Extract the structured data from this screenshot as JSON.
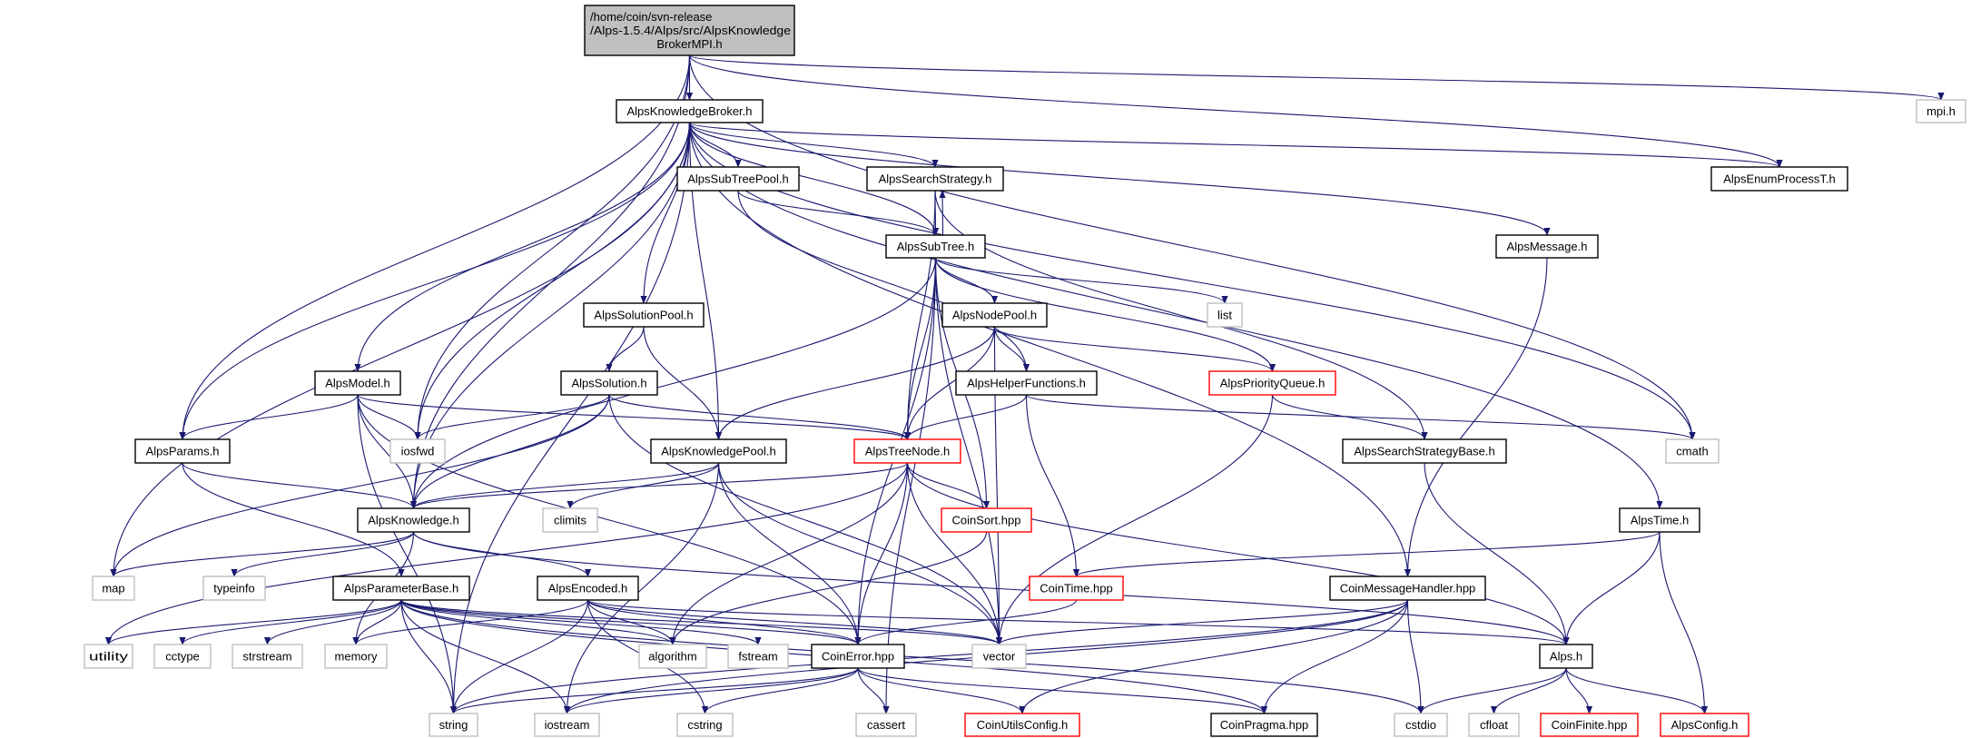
{
  "graph": {
    "edge_color": "#191970",
    "node_styles": {
      "root": {
        "fill": "#bfbfbf",
        "stroke": "#000000"
      },
      "normal": {
        "fill": "#ffffff",
        "stroke": "#000000"
      },
      "red": {
        "fill": "#ffffff",
        "stroke": "#ff0000"
      },
      "gray": {
        "fill": "#ffffff",
        "stroke": "#bfbfbf"
      }
    },
    "root": {
      "id": "root",
      "lines": [
        "/home/coin/svn-release",
        "/Alps-1.5.4/Alps/src/AlpsKnowledge",
        "BrokerMPI.h"
      ]
    },
    "nodes": [
      {
        "id": "AlpsKnowledgeBroker.h",
        "style": "normal"
      },
      {
        "id": "mpi.h",
        "style": "gray"
      },
      {
        "id": "AlpsEnumProcessT.h",
        "style": "normal"
      },
      {
        "id": "AlpsSubTreePool.h",
        "style": "normal"
      },
      {
        "id": "AlpsSearchStrategy.h",
        "style": "normal"
      },
      {
        "id": "AlpsSubTree.h",
        "style": "normal"
      },
      {
        "id": "AlpsMessage.h",
        "style": "normal"
      },
      {
        "id": "list",
        "style": "gray"
      },
      {
        "id": "AlpsSolutionPool.h",
        "style": "normal"
      },
      {
        "id": "AlpsNodePool.h",
        "style": "normal"
      },
      {
        "id": "AlpsModel.h",
        "style": "normal"
      },
      {
        "id": "AlpsSolution.h",
        "style": "normal"
      },
      {
        "id": "AlpsHelperFunctions.h",
        "style": "normal"
      },
      {
        "id": "AlpsPriorityQueue.h",
        "style": "red"
      },
      {
        "id": "AlpsParams.h",
        "style": "normal"
      },
      {
        "id": "iosfwd",
        "style": "gray"
      },
      {
        "id": "AlpsKnowledgePool.h",
        "style": "normal"
      },
      {
        "id": "AlpsTreeNode.h",
        "style": "red"
      },
      {
        "id": "AlpsSearchStrategyBase.h",
        "style": "normal"
      },
      {
        "id": "cmath",
        "style": "gray"
      },
      {
        "id": "AlpsKnowledge.h",
        "style": "normal"
      },
      {
        "id": "climits",
        "style": "gray"
      },
      {
        "id": "CoinSort.hpp",
        "style": "red"
      },
      {
        "id": "AlpsTime.h",
        "style": "normal"
      },
      {
        "id": "map",
        "style": "gray"
      },
      {
        "id": "typeinfo",
        "style": "gray"
      },
      {
        "id": "AlpsParameterBase.h",
        "style": "normal"
      },
      {
        "id": "AlpsEncoded.h",
        "style": "normal"
      },
      {
        "id": "CoinTime.hpp",
        "style": "red"
      },
      {
        "id": "CoinMessageHandler.hpp",
        "style": "normal"
      },
      {
        "id": "utility",
        "style": "gray"
      },
      {
        "id": "cctype",
        "style": "gray"
      },
      {
        "id": "strstream",
        "style": "gray"
      },
      {
        "id": "memory",
        "style": "gray"
      },
      {
        "id": "algorithm",
        "style": "gray"
      },
      {
        "id": "fstream",
        "style": "gray"
      },
      {
        "id": "CoinError.hpp",
        "style": "normal"
      },
      {
        "id": "vector",
        "style": "gray"
      },
      {
        "id": "Alps.h",
        "style": "normal"
      },
      {
        "id": "string",
        "style": "gray"
      },
      {
        "id": "iostream",
        "style": "gray"
      },
      {
        "id": "cstring",
        "style": "gray"
      },
      {
        "id": "cassert",
        "style": "gray"
      },
      {
        "id": "CoinUtilsConfig.h",
        "style": "red"
      },
      {
        "id": "CoinPragma.hpp",
        "style": "normal"
      },
      {
        "id": "cstdio",
        "style": "gray"
      },
      {
        "id": "cfloat",
        "style": "gray"
      },
      {
        "id": "CoinFinite.hpp",
        "style": "red"
      },
      {
        "id": "AlpsConfig.h",
        "style": "red"
      }
    ],
    "edges": [
      [
        "root",
        "AlpsKnowledgeBroker.h"
      ],
      [
        "root",
        "mpi.h"
      ],
      [
        "root",
        "AlpsEnumProcessT.h"
      ],
      [
        "root",
        "cmath"
      ],
      [
        "root",
        "AlpsKnowledge.h"
      ],
      [
        "root",
        "AlpsParams.h"
      ],
      [
        "root",
        "iosfwd"
      ],
      [
        "AlpsKnowledgeBroker.h",
        "AlpsSubTreePool.h"
      ],
      [
        "AlpsKnowledgeBroker.h",
        "AlpsSearchStrategy.h"
      ],
      [
        "AlpsKnowledgeBroker.h",
        "AlpsSubTree.h"
      ],
      [
        "AlpsKnowledgeBroker.h",
        "AlpsEnumProcessT.h"
      ],
      [
        "AlpsKnowledgeBroker.h",
        "AlpsMessage.h"
      ],
      [
        "AlpsKnowledgeBroker.h",
        "cmath"
      ],
      [
        "AlpsKnowledgeBroker.h",
        "AlpsTime.h"
      ],
      [
        "AlpsKnowledgeBroker.h",
        "CoinMessageHandler.hpp"
      ],
      [
        "AlpsKnowledgeBroker.h",
        "AlpsSolutionPool.h"
      ],
      [
        "AlpsKnowledgeBroker.h",
        "AlpsModel.h"
      ],
      [
        "AlpsKnowledgeBroker.h",
        "AlpsParams.h"
      ],
      [
        "AlpsKnowledgeBroker.h",
        "AlpsKnowledge.h"
      ],
      [
        "AlpsKnowledgeBroker.h",
        "AlpsKnowledgePool.h"
      ],
      [
        "AlpsKnowledgeBroker.h",
        "iosfwd"
      ],
      [
        "AlpsKnowledgeBroker.h",
        "map"
      ],
      [
        "AlpsKnowledgeBroker.h",
        "string"
      ],
      [
        "AlpsSubTreePool.h",
        "AlpsSubTree.h"
      ],
      [
        "AlpsSubTreePool.h",
        "AlpsHelperFunctions.h"
      ],
      [
        "AlpsSearchStrategy.h",
        "AlpsSubTree.h"
      ],
      [
        "AlpsSearchStrategy.h",
        "AlpsSearchStrategyBase.h"
      ],
      [
        "AlpsSearchStrategy.h",
        "AlpsTreeNode.h"
      ],
      [
        "AlpsSubTree.h",
        "AlpsSearchStrategy.h"
      ],
      [
        "AlpsSubTree.h",
        "AlpsNodePool.h"
      ],
      [
        "AlpsSubTree.h",
        "list"
      ],
      [
        "AlpsSubTree.h",
        "AlpsPriorityQueue.h"
      ],
      [
        "AlpsSubTree.h",
        "AlpsTreeNode.h"
      ],
      [
        "AlpsSubTree.h",
        "AlpsKnowledge.h"
      ],
      [
        "AlpsSubTree.h",
        "CoinError.hpp"
      ],
      [
        "AlpsSubTree.h",
        "CoinSort.hpp"
      ],
      [
        "AlpsSubTree.h",
        "cassert"
      ],
      [
        "AlpsSubTree.h",
        "vector"
      ],
      [
        "AlpsMessage.h",
        "CoinMessageHandler.hpp"
      ],
      [
        "AlpsSolutionPool.h",
        "AlpsSolution.h"
      ],
      [
        "AlpsSolutionPool.h",
        "AlpsKnowledgePool.h"
      ],
      [
        "AlpsNodePool.h",
        "AlpsHelperFunctions.h"
      ],
      [
        "AlpsNodePool.h",
        "AlpsPriorityQueue.h"
      ],
      [
        "AlpsNodePool.h",
        "AlpsTreeNode.h"
      ],
      [
        "AlpsNodePool.h",
        "AlpsKnowledgePool.h"
      ],
      [
        "AlpsNodePool.h",
        "vector"
      ],
      [
        "AlpsModel.h",
        "AlpsParams.h"
      ],
      [
        "AlpsModel.h",
        "AlpsKnowledge.h"
      ],
      [
        "AlpsModel.h",
        "iosfwd"
      ],
      [
        "AlpsModel.h",
        "AlpsTreeNode.h"
      ],
      [
        "AlpsModel.h",
        "string"
      ],
      [
        "AlpsModel.h",
        "CoinError.hpp"
      ],
      [
        "AlpsSolution.h",
        "iosfwd"
      ],
      [
        "AlpsSolution.h",
        "AlpsKnowledge.h"
      ],
      [
        "AlpsSolution.h",
        "AlpsTreeNode.h"
      ],
      [
        "AlpsSolution.h",
        "map"
      ],
      [
        "AlpsSolution.h",
        "vector"
      ],
      [
        "AlpsHelperFunctions.h",
        "AlpsTreeNode.h"
      ],
      [
        "AlpsHelperFunctions.h",
        "CoinTime.hpp"
      ],
      [
        "AlpsHelperFunctions.h",
        "cmath"
      ],
      [
        "AlpsPriorityQueue.h",
        "AlpsSearchStrategyBase.h"
      ],
      [
        "AlpsPriorityQueue.h",
        "vector"
      ],
      [
        "AlpsParams.h",
        "AlpsKnowledge.h"
      ],
      [
        "AlpsParams.h",
        "AlpsParameterBase.h"
      ],
      [
        "AlpsKnowledgePool.h",
        "AlpsKnowledge.h"
      ],
      [
        "AlpsKnowledgePool.h",
        "climits"
      ],
      [
        "AlpsKnowledgePool.h",
        "iostream"
      ],
      [
        "AlpsKnowledgePool.h",
        "CoinError.hpp"
      ],
      [
        "AlpsKnowledgePool.h",
        "vector"
      ],
      [
        "AlpsTreeNode.h",
        "AlpsKnowledge.h"
      ],
      [
        "AlpsTreeNode.h",
        "CoinSort.hpp"
      ],
      [
        "AlpsTreeNode.h",
        "vector"
      ],
      [
        "AlpsTreeNode.h",
        "algorithm"
      ],
      [
        "AlpsTreeNode.h",
        "CoinError.hpp"
      ],
      [
        "AlpsTreeNode.h",
        "utility"
      ],
      [
        "AlpsTreeNode.h",
        "Alps.h"
      ],
      [
        "AlpsSearchStrategyBase.h",
        "Alps.h"
      ],
      [
        "AlpsKnowledge.h",
        "map"
      ],
      [
        "AlpsKnowledge.h",
        "typeinfo"
      ],
      [
        "AlpsKnowledge.h",
        "memory"
      ],
      [
        "AlpsKnowledge.h",
        "AlpsEncoded.h"
      ],
      [
        "AlpsKnowledge.h",
        "Alps.h"
      ],
      [
        "CoinSort.hpp",
        "algorithm"
      ],
      [
        "AlpsTime.h",
        "CoinTime.hpp"
      ],
      [
        "AlpsTime.h",
        "Alps.h"
      ],
      [
        "AlpsTime.h",
        "AlpsConfig.h"
      ],
      [
        "AlpsParameterBase.h",
        "utility"
      ],
      [
        "AlpsParameterBase.h",
        "cctype"
      ],
      [
        "AlpsParameterBase.h",
        "strstream"
      ],
      [
        "AlpsParameterBase.h",
        "memory"
      ],
      [
        "AlpsParameterBase.h",
        "string"
      ],
      [
        "AlpsParameterBase.h",
        "iostream"
      ],
      [
        "AlpsParameterBase.h",
        "algorithm"
      ],
      [
        "AlpsParameterBase.h",
        "fstream"
      ],
      [
        "AlpsParameterBase.h",
        "CoinError.hpp"
      ],
      [
        "AlpsParameterBase.h",
        "vector"
      ],
      [
        "AlpsParameterBase.h",
        "cstdio"
      ],
      [
        "AlpsParameterBase.h",
        "CoinPragma.hpp"
      ],
      [
        "AlpsEncoded.h",
        "memory"
      ],
      [
        "AlpsEncoded.h",
        "string"
      ],
      [
        "AlpsEncoded.h",
        "cstring"
      ],
      [
        "AlpsEncoded.h",
        "CoinError.hpp"
      ],
      [
        "AlpsEncoded.h",
        "vector"
      ],
      [
        "AlpsEncoded.h",
        "Alps.h"
      ],
      [
        "AlpsEncoded.h",
        "algorithm"
      ],
      [
        "CoinTime.hpp",
        "CoinError.hpp"
      ],
      [
        "CoinMessageHandler.hpp",
        "vector"
      ],
      [
        "CoinMessageHandler.hpp",
        "string"
      ],
      [
        "CoinMessageHandler.hpp",
        "iostream"
      ],
      [
        "CoinMessageHandler.hpp",
        "CoinUtilsConfig.h"
      ],
      [
        "CoinMessageHandler.hpp",
        "CoinPragma.hpp"
      ],
      [
        "CoinMessageHandler.hpp",
        "cstdio"
      ],
      [
        "CoinError.hpp",
        "string"
      ],
      [
        "CoinError.hpp",
        "iostream"
      ],
      [
        "CoinError.hpp",
        "cstring"
      ],
      [
        "CoinError.hpp",
        "cassert"
      ],
      [
        "CoinError.hpp",
        "CoinUtilsConfig.h"
      ],
      [
        "CoinError.hpp",
        "CoinPragma.hpp"
      ],
      [
        "Alps.h",
        "cstdio"
      ],
      [
        "Alps.h",
        "cfloat"
      ],
      [
        "Alps.h",
        "CoinFinite.hpp"
      ],
      [
        "Alps.h",
        "AlpsConfig.h"
      ]
    ]
  }
}
